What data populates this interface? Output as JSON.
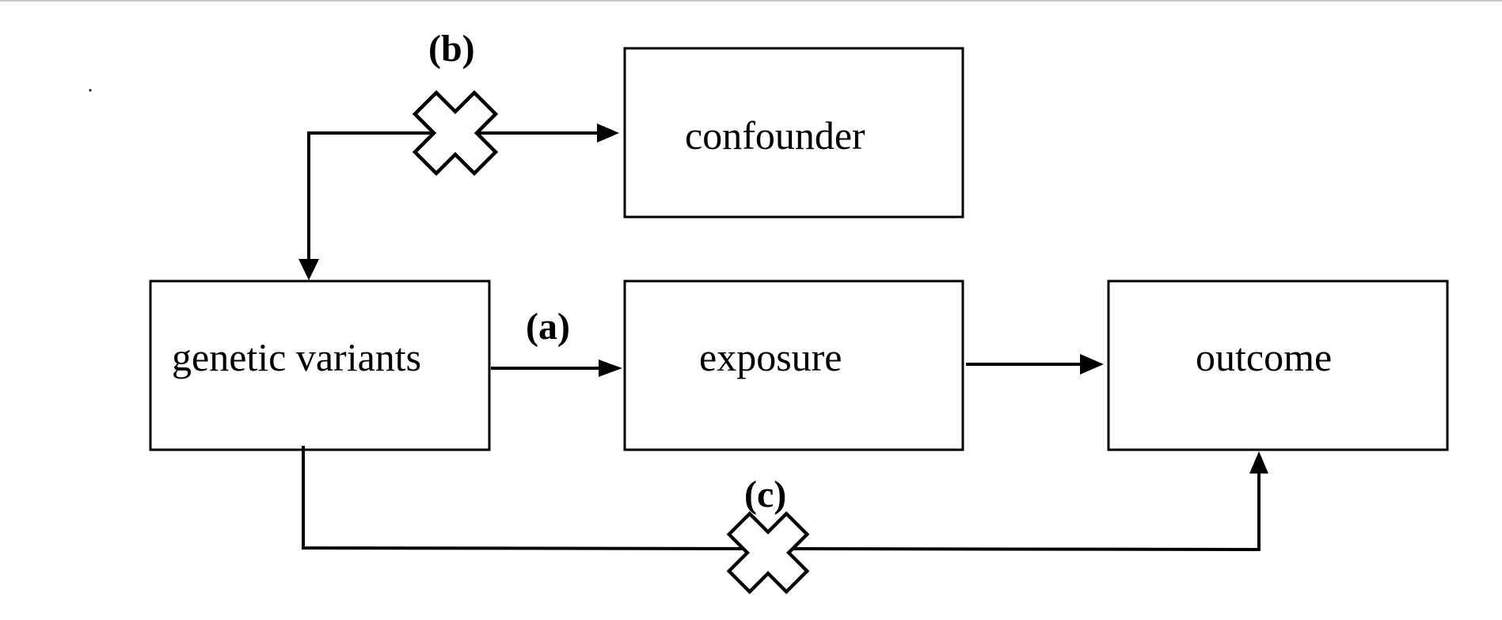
{
  "nodes": {
    "genetic_variants": "genetic variants",
    "exposure": "exposure",
    "outcome": "outcome",
    "confounder": "confounder"
  },
  "paths": {
    "a": "(a)",
    "b": "(b)",
    "c": "(c)"
  }
}
